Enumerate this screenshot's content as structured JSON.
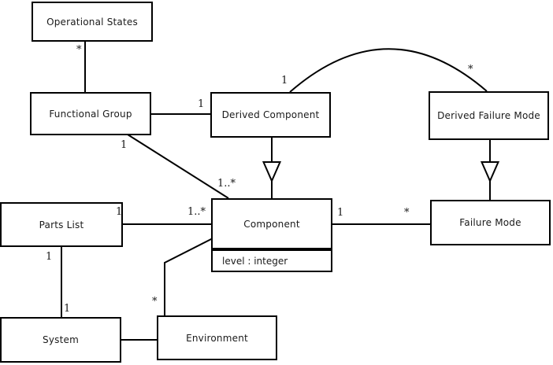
{
  "diagram": {
    "type": "uml-class-diagram",
    "background_color": "#ffffff",
    "line_color": "#000000",
    "classes": [
      {
        "name": "Operational States"
      },
      {
        "name": "Functional Group"
      },
      {
        "name": "Derived Component"
      },
      {
        "name": "Derived Failure Mode"
      },
      {
        "name": "Parts List"
      },
      {
        "name": "Component",
        "attributes": [
          "level : integer"
        ]
      },
      {
        "name": "Failure Mode"
      },
      {
        "name": "System"
      },
      {
        "name": "Environment"
      }
    ],
    "labels": [
      {
        "text": "*"
      },
      {
        "text": "1"
      },
      {
        "text": "1"
      },
      {
        "text": "1..*"
      },
      {
        "text": "1"
      },
      {
        "text": "*"
      },
      {
        "text": "1"
      },
      {
        "text": "*"
      },
      {
        "text": "1"
      },
      {
        "text": "1..*"
      },
      {
        "text": "1"
      },
      {
        "text": "1"
      },
      {
        "text": "*"
      }
    ],
    "relationships": [
      {
        "from": "Functional Group",
        "to": "Operational States",
        "type": "association",
        "to_multiplicity": "*"
      },
      {
        "from": "Functional Group",
        "to": "Derived Component",
        "type": "association",
        "to_multiplicity": "1"
      },
      {
        "from": "Functional Group",
        "to": "Component",
        "type": "association",
        "from_multiplicity": "1",
        "to_multiplicity": "1..*"
      },
      {
        "from": "Derived Component",
        "to": "Component",
        "type": "generalization"
      },
      {
        "from": "Derived Component",
        "to": "Derived Failure Mode",
        "type": "association",
        "from_multiplicity": "1",
        "to_multiplicity": "*",
        "shape": "arc"
      },
      {
        "from": "Derived Failure Mode",
        "to": "Failure Mode",
        "type": "generalization"
      },
      {
        "from": "Component",
        "to": "Failure Mode",
        "type": "association",
        "from_multiplicity": "1",
        "to_multiplicity": "*"
      },
      {
        "from": "Parts List",
        "to": "Component",
        "type": "association",
        "from_multiplicity": "1",
        "to_multiplicity": "1..*"
      },
      {
        "from": "Parts List",
        "to": "System",
        "type": "association",
        "from_multiplicity": "1",
        "to_multiplicity": "1"
      },
      {
        "from": "System",
        "to": "Environment",
        "type": "association"
      },
      {
        "from": "Component",
        "to": "Environment",
        "type": "association",
        "to_multiplicity": "*"
      }
    ]
  }
}
